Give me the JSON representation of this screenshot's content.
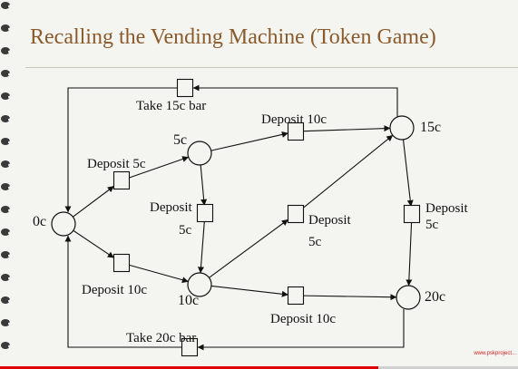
{
  "slide": {
    "title": "Recalling the Vending Machine (Token Game)",
    "watermark": "www.pskproject...",
    "video_progress": 0.73
  },
  "colors": {
    "title": "#8b5a2b",
    "ink": "#111111",
    "background": "#f4f4f0",
    "progress": "#e00000"
  },
  "diagram": {
    "places": [
      {
        "id": "p0",
        "label": "0c"
      },
      {
        "id": "p5",
        "label": "5c"
      },
      {
        "id": "p10",
        "label": "10c"
      },
      {
        "id": "p15",
        "label": "15c"
      },
      {
        "id": "p20",
        "label": "20c"
      }
    ],
    "transitions": [
      {
        "id": "t_take15",
        "label": [
          "Take 15c bar"
        ]
      },
      {
        "id": "t_0_5",
        "label": [
          "Deposit 5c"
        ]
      },
      {
        "id": "t_0_10",
        "label": [
          "Deposit 10c"
        ]
      },
      {
        "id": "t_5_15",
        "label": [
          "Deposit 10c"
        ]
      },
      {
        "id": "t_5_10",
        "label": [
          "Deposit",
          "5c"
        ]
      },
      {
        "id": "t_10_15",
        "label": [
          "Deposit",
          "5c"
        ]
      },
      {
        "id": "t_10_20",
        "label": [
          "Deposit 10c"
        ]
      },
      {
        "id": "t_15_20",
        "label": [
          "Deposit",
          "5c"
        ]
      },
      {
        "id": "t_take20",
        "label": [
          "Take 20c bar"
        ]
      }
    ],
    "arcs": [
      [
        "p0",
        "t_0_5"
      ],
      [
        "t_0_5",
        "p5"
      ],
      [
        "p0",
        "t_0_10"
      ],
      [
        "t_0_10",
        "p10"
      ],
      [
        "p5",
        "t_5_15"
      ],
      [
        "t_5_15",
        "p15"
      ],
      [
        "p5",
        "t_5_10"
      ],
      [
        "t_5_10",
        "p10"
      ],
      [
        "p10",
        "t_10_15"
      ],
      [
        "t_10_15",
        "p15"
      ],
      [
        "p10",
        "t_10_20"
      ],
      [
        "t_10_20",
        "p20"
      ],
      [
        "p15",
        "t_15_20"
      ],
      [
        "t_15_20",
        "p20"
      ],
      [
        "p15",
        "t_take15"
      ],
      [
        "t_take15",
        "p0"
      ],
      [
        "p20",
        "t_take20"
      ],
      [
        "t_take20",
        "p0"
      ]
    ]
  }
}
